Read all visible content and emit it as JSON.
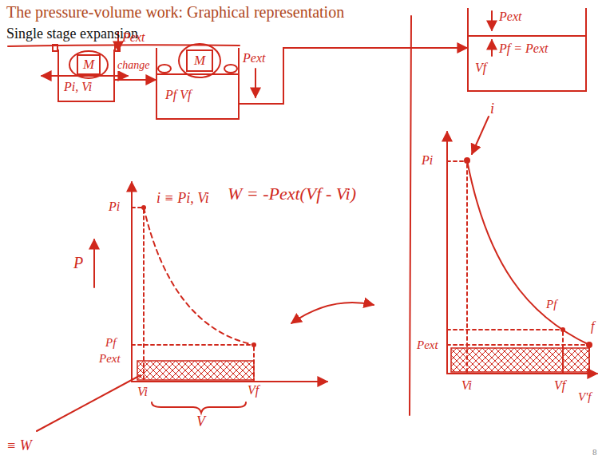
{
  "diagram": {
    "title": "The pressure-volume work: Graphical representation",
    "nodes": [
      {
        "text": [
          "Pi, Vi"
        ]
      },
      {
        "text": [
          "M"
        ],
        "in": 0
      },
      {
        "text": [
          "Pf Vf"
        ]
      },
      {
        "text": [
          "M"
        ],
        "in": 2
      },
      {
        "text": [
          "Pf = Pext",
          "Vf"
        ]
      }
    ],
    "edges": [
      {
        "from": 0,
        "to": 2,
        "arrow": "to",
        "label": "change"
      },
      {
        "from": 2,
        "to": 4,
        "arrow": "to"
      }
    ],
    "labels": [
      "Single stage expansion",
      "Pext",
      "Pext",
      "Pext",
      "i ≡ Pi, Vi",
      "W = -Pext(Vf - Vi)",
      "Pi",
      "P",
      "Pf",
      "Pext",
      "Vi",
      "Vf",
      "V",
      "≡ W",
      "i",
      "Pi",
      "Pf",
      "f",
      "Pext",
      "Vi",
      "Vf",
      "V'f",
      "8"
    ]
  }
}
